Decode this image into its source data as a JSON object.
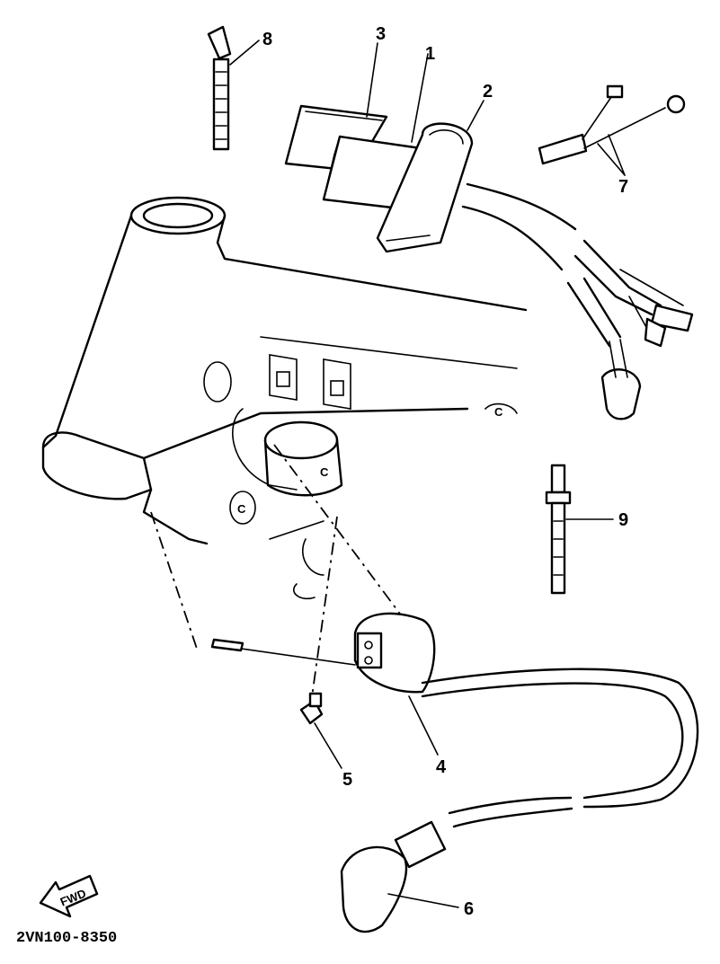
{
  "diagram": {
    "callouts": [
      {
        "id": "1",
        "label": "1"
      },
      {
        "id": "2",
        "label": "2"
      },
      {
        "id": "3",
        "label": "3"
      },
      {
        "id": "4",
        "label": "4"
      },
      {
        "id": "5",
        "label": "5"
      },
      {
        "id": "6",
        "label": "6"
      },
      {
        "id": "7",
        "label": "7"
      },
      {
        "id": "8",
        "label": "8"
      },
      {
        "id": "9",
        "label": "9"
      }
    ],
    "fwd_label": "FWD",
    "diagram_code": "2VN100-8350"
  }
}
